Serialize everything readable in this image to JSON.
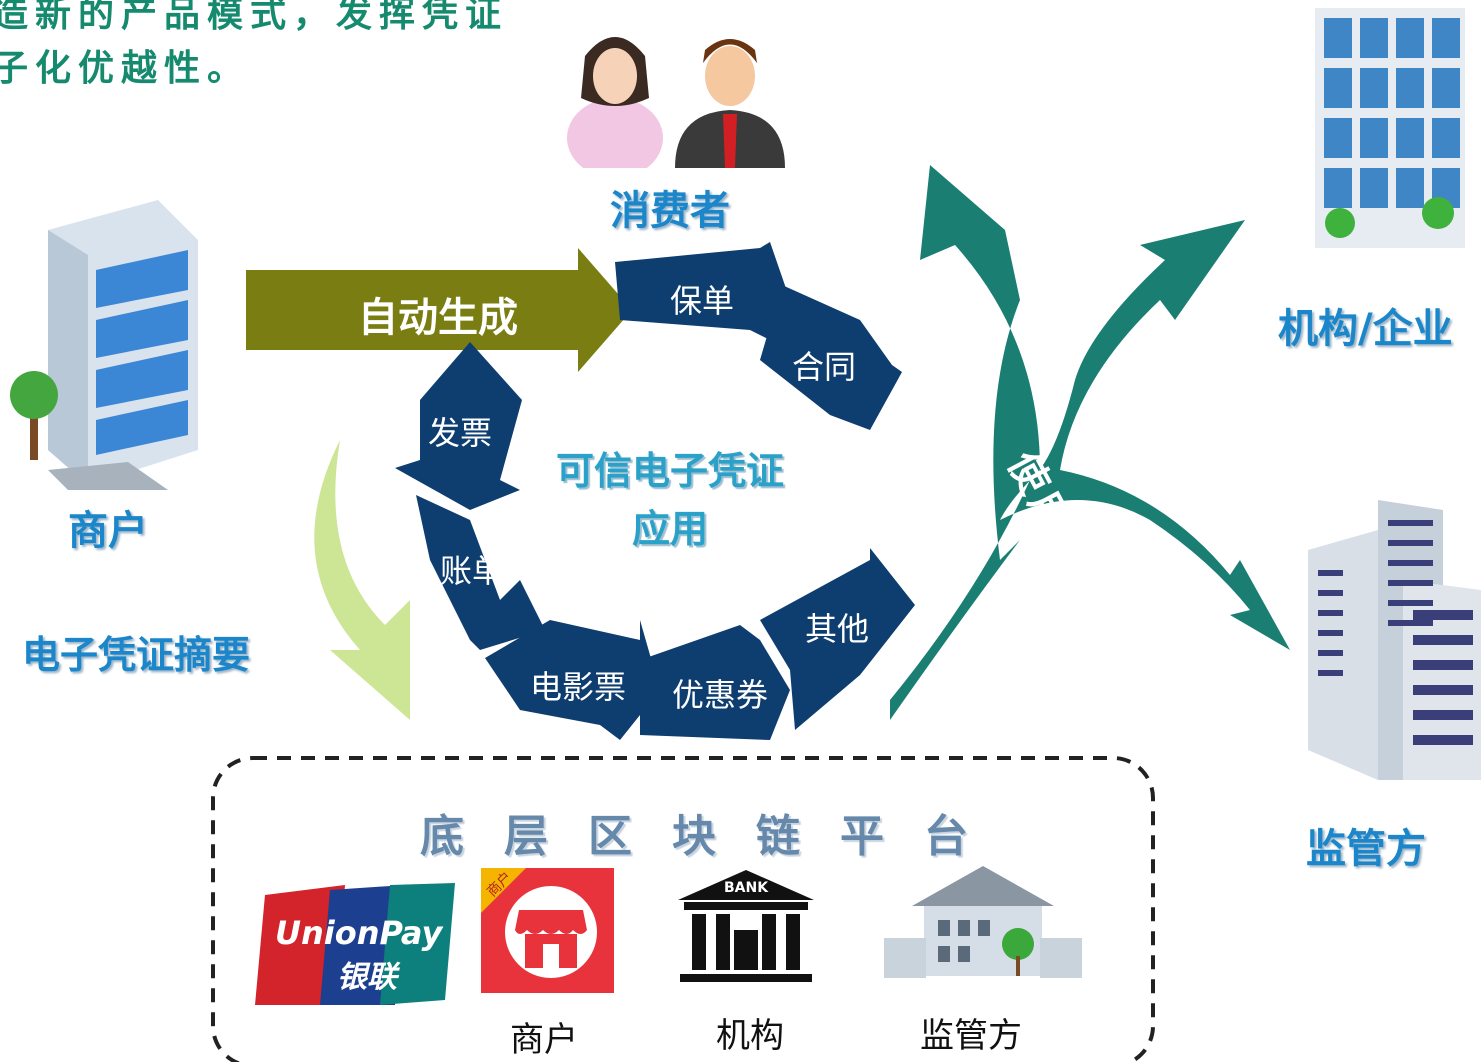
{
  "heading": {
    "line1": "造新的产品模式，发挥凭证",
    "line2": "子化优越性。"
  },
  "actors": {
    "consumer": "消费者",
    "merchant": "商户",
    "institution": "机构/企业",
    "regulator": "监管方"
  },
  "auto_generate": "自动生成",
  "summary": "电子凭证摘要",
  "center": {
    "line1": "可信电子凭证",
    "line2": "应用"
  },
  "cycle_items": [
    "保单",
    "合同",
    "发票",
    "账单",
    "电影票",
    "优惠券",
    "其他"
  ],
  "use_verify": "使用及查验",
  "platform": {
    "title": "底层区块链平台",
    "unionpay_en": "UnionPay",
    "unionpay_cn": "银联",
    "merchant_tag": "商户",
    "merchant": "商户",
    "bank_text": "BANK",
    "institution": "机构",
    "regulator": "监管方"
  },
  "colors": {
    "navy": "#0e3d70",
    "olive": "#7a7d12",
    "teal": "#1a7e72",
    "label_blue": "#1b86c9",
    "heading_green": "#168a6e"
  }
}
